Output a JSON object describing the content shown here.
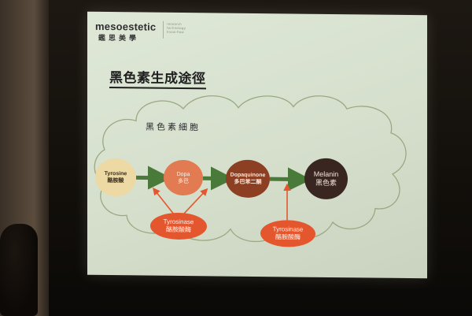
{
  "brand": {
    "name": "mesoestetic",
    "name_cn": "鑑思美學",
    "sub_lines": [
      "research",
      "technology",
      "know-how"
    ]
  },
  "slide": {
    "title": "黑色素生成途徑",
    "cloud_label": "黑色素細胞",
    "nodes": {
      "tyrosine": {
        "en": "Tyrosine",
        "cn": "酪胺酸"
      },
      "dopa": {
        "en": "Dopa",
        "cn": "多巴"
      },
      "dopaquinone": {
        "en": "Dopaquinone",
        "cn": "多巴苯二酮"
      },
      "melanin": {
        "en": "Melanin",
        "cn": "黑色素"
      }
    },
    "enzymes": [
      {
        "en": "Tyrosinase",
        "cn": "酪胺酸酶"
      },
      {
        "en": "Tyrosinase",
        "cn": "酪胺酸酶"
      }
    ]
  },
  "colors": {
    "flow_arrow": "#4a7a3a",
    "enzyme_arrow": "#e4572e",
    "cloud_stroke": "#9aa883"
  }
}
